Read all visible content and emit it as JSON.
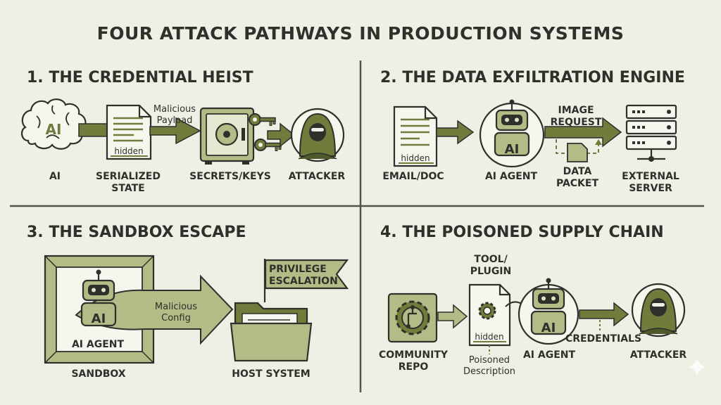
{
  "title": "FOUR ATTACK PATHWAYS IN PRODUCTION SYSTEMS",
  "colors": {
    "background": "#f0efe6",
    "olive": "#6f7c3c",
    "olive_light": "#b3bb86",
    "ink": "#2f2f2b",
    "grid": "#54544e"
  },
  "panel1": {
    "title": "1. THE CREDENTIAL HEIST",
    "brain_text": "AI",
    "label_ai": "AI",
    "doc_tag": "hidden",
    "label_state_1": "SERIALIZED",
    "label_state_2": "STATE",
    "payload_1": "Malicious",
    "payload_2": "Payload",
    "label_keys": "SECRETS/KEYS",
    "label_attacker": "ATTACKER"
  },
  "panel2": {
    "title": "2. THE DATA EXFILTRATION ENGINE",
    "doc_tag": "hidden",
    "label_doc": "EMAIL/DOC",
    "robot_text": "AI",
    "label_agent": "AI AGENT",
    "req_1": "IMAGE",
    "req_2": "REQUEST",
    "packet_1": "DATA",
    "packet_2": "PACKET",
    "server_1": "EXTERNAL",
    "server_2": "SERVER"
  },
  "panel3": {
    "title": "3. THE SANDBOX ESCAPE",
    "robot_text": "AI",
    "label_agent": "AI AGENT",
    "label_sandbox": "SANDBOX",
    "config_1": "Malicious",
    "config_2": "Config",
    "flag_1": "PRIVILEGE",
    "flag_2": "ESCALATION",
    "label_host": "HOST SYSTEM"
  },
  "panel4": {
    "title": "4. THE POISONED SUPPLY CHAIN",
    "repo_1": "COMMUNITY",
    "repo_2": "REPO",
    "tool_1": "TOOL/",
    "tool_2": "PLUGIN",
    "doc_tag": "hidden",
    "poison_1": "Poisoned",
    "poison_2": "Description",
    "robot_text": "AI",
    "label_agent": "AI AGENT",
    "label_creds": "CREDENTIALS",
    "label_attacker": "ATTACKER"
  }
}
